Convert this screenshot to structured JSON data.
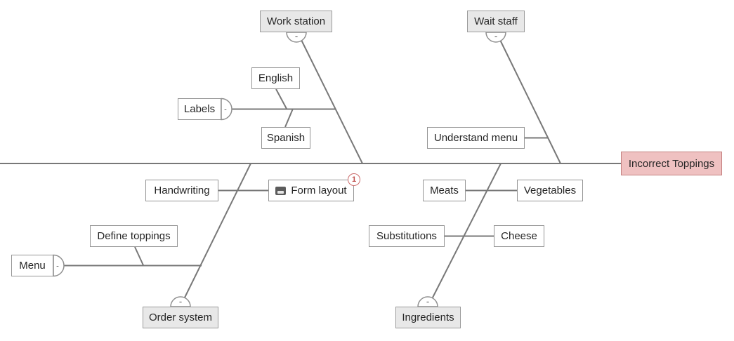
{
  "diagram": {
    "type": "fishbone",
    "effect": {
      "label": "Incorrect Toppings"
    },
    "branches": [
      {
        "label": "Work station",
        "side": "top",
        "collapse": "-",
        "children": [
          {
            "label": "Labels",
            "collapse": "-",
            "children": [
              {
                "label": "English"
              },
              {
                "label": "Spanish"
              }
            ]
          }
        ]
      },
      {
        "label": "Wait staff",
        "side": "top",
        "collapse": "-",
        "children": [
          {
            "label": "Understand menu"
          }
        ]
      },
      {
        "label": "Order system",
        "side": "bottom",
        "collapse": "-",
        "children": [
          {
            "label": "Handwriting"
          },
          {
            "label": "Form layout",
            "badge": "1",
            "icon": "note-icon"
          },
          {
            "label": "Menu",
            "collapse": "-",
            "children": [
              {
                "label": "Define toppings"
              }
            ]
          }
        ]
      },
      {
        "label": "Ingredients",
        "side": "bottom",
        "collapse": "-",
        "children": [
          {
            "label": "Meats"
          },
          {
            "label": "Vegetables"
          },
          {
            "label": "Substitutions"
          },
          {
            "label": "Cheese"
          }
        ]
      }
    ]
  },
  "ui": {
    "collapse_glyph": "-"
  },
  "colors": {
    "effect_fill": "#efc1c1",
    "effect_border": "#c4807f",
    "category_fill": "#e8e8e8",
    "box_border": "#959595",
    "line": "#787878",
    "badge_red": "#c0504d",
    "text": "#262626"
  }
}
